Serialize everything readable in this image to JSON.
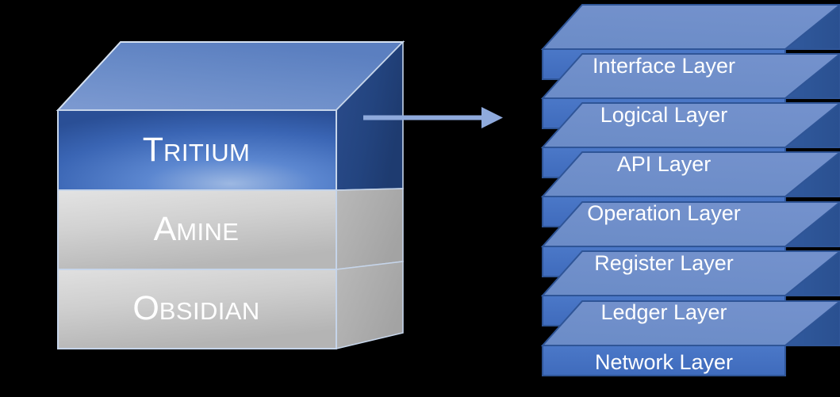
{
  "diagram": {
    "title": "Tritium architecture stack diagram",
    "background_color": "#000000"
  },
  "cube": {
    "name": "three-tier-stack-cube",
    "layers": [
      {
        "id": "tritium",
        "initial": "T",
        "remainder": "RITIUM",
        "full_label": "Tritium",
        "color": "#2F5597",
        "accent_color": "#4472C4",
        "top_face_color": "#6E8FC9",
        "side_face_color": "#1F4178",
        "text_color": "#FFFFFF"
      },
      {
        "id": "amine",
        "initial": "A",
        "remainder": "MINE",
        "full_label": "Amine",
        "color": "#BFBFBF",
        "accent_color": "#D9D9D9",
        "top_face_color": "#D0D0D0",
        "side_face_color": "#A6A6A6",
        "text_color": "#FFFFFF"
      },
      {
        "id": "obsidian",
        "initial": "O",
        "remainder": "BSIDIAN",
        "full_label": "Obsidian",
        "color": "#BFBFBF",
        "accent_color": "#D9D9D9",
        "top_face_color": "#D0D0D0",
        "side_face_color": "#A6A6A6",
        "text_color": "#FFFFFF"
      }
    ],
    "edge_color": "#C6D5EA"
  },
  "connector": {
    "name": "arrow-right",
    "color": "#8FAADC",
    "direction": "right",
    "from": "tritium",
    "to": "layer-stack"
  },
  "stack": {
    "name": "tritium-layer-stack",
    "top_face_color": "#6E8FC9",
    "front_face_color": "#4472C4",
    "side_face_color": "#2F5597",
    "edge_color": "#2F5597",
    "text_color": "#FFFFFF",
    "layers": [
      {
        "id": "interface",
        "label": "Interface Layer"
      },
      {
        "id": "logical",
        "label": "Logical Layer"
      },
      {
        "id": "api",
        "label": "API Layer"
      },
      {
        "id": "operation",
        "label": "Operation Layer"
      },
      {
        "id": "register",
        "label": "Register Layer"
      },
      {
        "id": "ledger",
        "label": "Ledger Layer"
      },
      {
        "id": "network",
        "label": "Network Layer"
      }
    ]
  }
}
